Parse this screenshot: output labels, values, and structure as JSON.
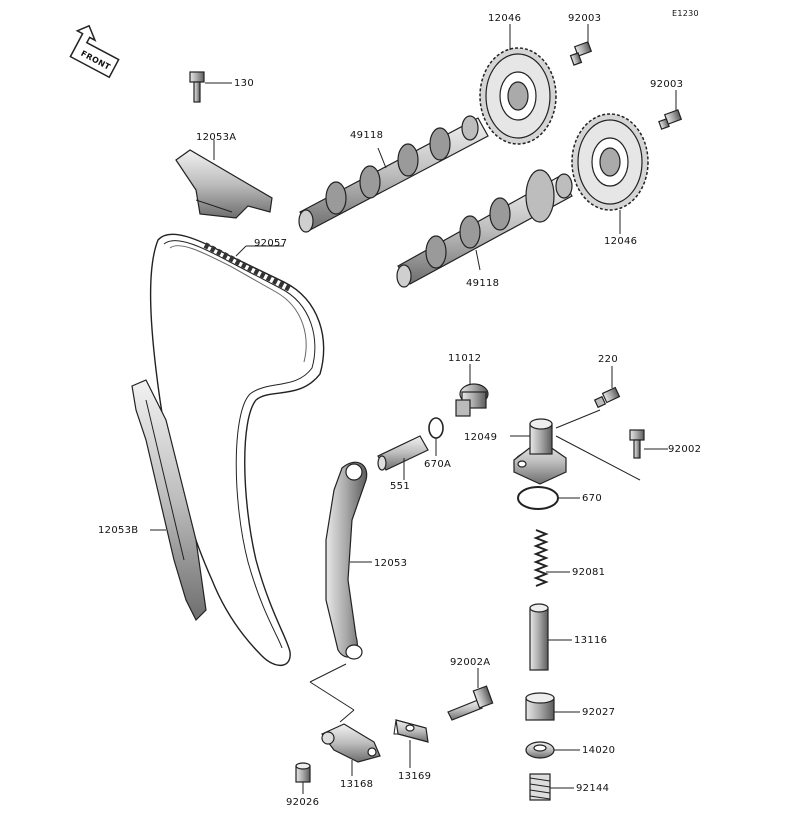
{
  "diagram": {
    "code": "E1230",
    "front_marker": "FRONT"
  },
  "parts": {
    "p12046_top": "12046",
    "p12046_bottom": "12046",
    "p92003_top": "92003",
    "p92003_mid": "92003",
    "p130": "130",
    "p12053A": "12053A",
    "p49118_top": "49118",
    "p49118_bottom": "49118",
    "p92057": "92057",
    "p11012": "11012",
    "p220": "220",
    "p12049": "12049",
    "p92002": "92002",
    "p670A": "670A",
    "p551": "551",
    "p670": "670",
    "p12053B": "12053B",
    "p12053": "12053",
    "p92081": "92081",
    "p13116": "13116",
    "p92002A": "92002A",
    "p92027": "92027",
    "p14020": "14020",
    "p92144": "92144",
    "p13168": "13168",
    "p13169": "13169",
    "p92026": "92026"
  },
  "colors": {
    "ink": "#222222",
    "part_fill": "#d8d8d8",
    "part_shade": "#9a9a9a",
    "background": "#ffffff"
  }
}
